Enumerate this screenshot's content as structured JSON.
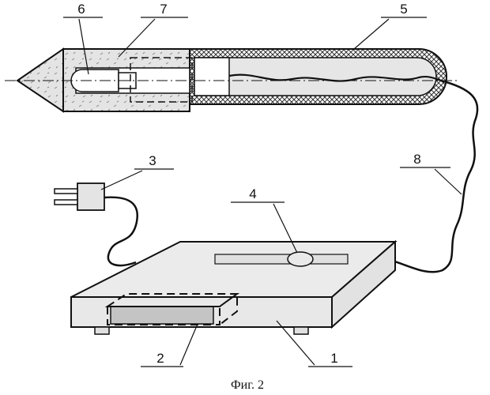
{
  "caption": "Фиг. 2",
  "callouts": {
    "housing": "1",
    "heater": "2",
    "plug": "3",
    "indicator": "4",
    "sheath": "5",
    "sensor": "6",
    "tip": "7",
    "cable": "8"
  }
}
